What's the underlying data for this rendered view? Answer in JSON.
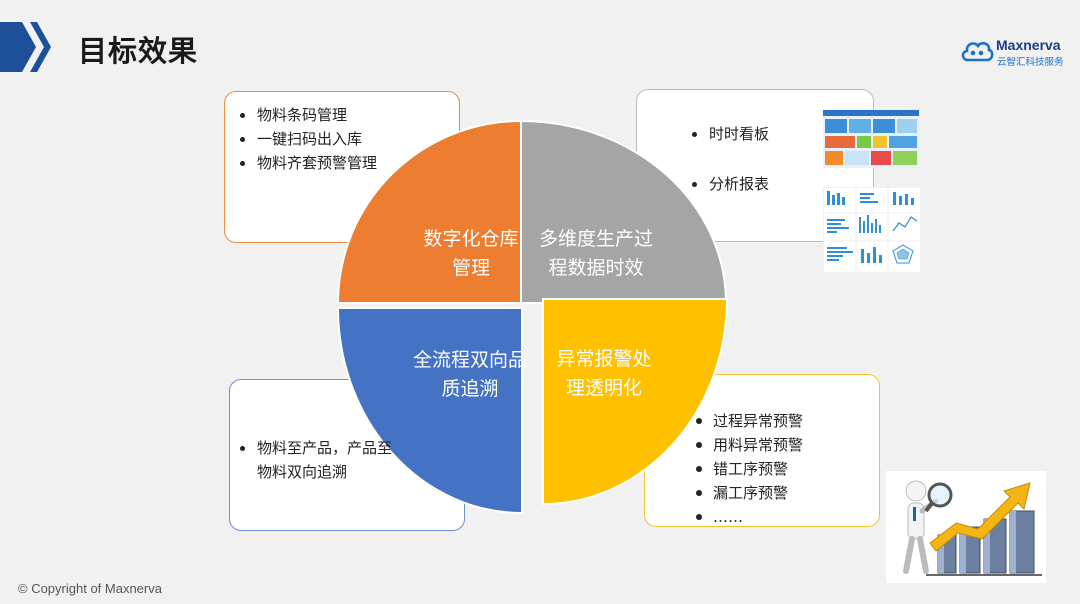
{
  "header": {
    "title": "目标效果",
    "icon": "double-chevron-icon",
    "accent_color": "#1e4f99"
  },
  "logo": {
    "name": "Maxnerva",
    "subtitle": "云智汇科技服务",
    "icon": "cloud-logo-icon",
    "color": "#1c3d86"
  },
  "diagram": {
    "type": "four-quadrant-circle",
    "quadrants": [
      {
        "position": "top-left",
        "label_lines": [
          "数字化仓库",
          "管理"
        ],
        "color": "#ed7d31",
        "bullets": [
          "物料条码管理",
          "一键扫码出入库",
          "物料齐套预警管理"
        ]
      },
      {
        "position": "top-right",
        "label_lines": [
          "多维度生产过",
          "程数据时效"
        ],
        "color": "#a5a5a5",
        "bullets": [
          "时时看板",
          "分析报表"
        ]
      },
      {
        "position": "bottom-left",
        "label_lines": [
          "全流程双向品",
          "质追溯"
        ],
        "color": "#4472c4",
        "bullets": [
          "物料至产品，产品至物料双向追溯"
        ]
      },
      {
        "position": "bottom-right",
        "label_lines": [
          "异常报警处",
          "理透明化"
        ],
        "color": "#ffc000",
        "bullets": [
          "过程异常预警",
          "用料异常预警",
          "错工序预警",
          "漏工序预警",
          "……"
        ]
      }
    ]
  },
  "footer": {
    "copyright": "© Copyright of Maxnerva"
  }
}
